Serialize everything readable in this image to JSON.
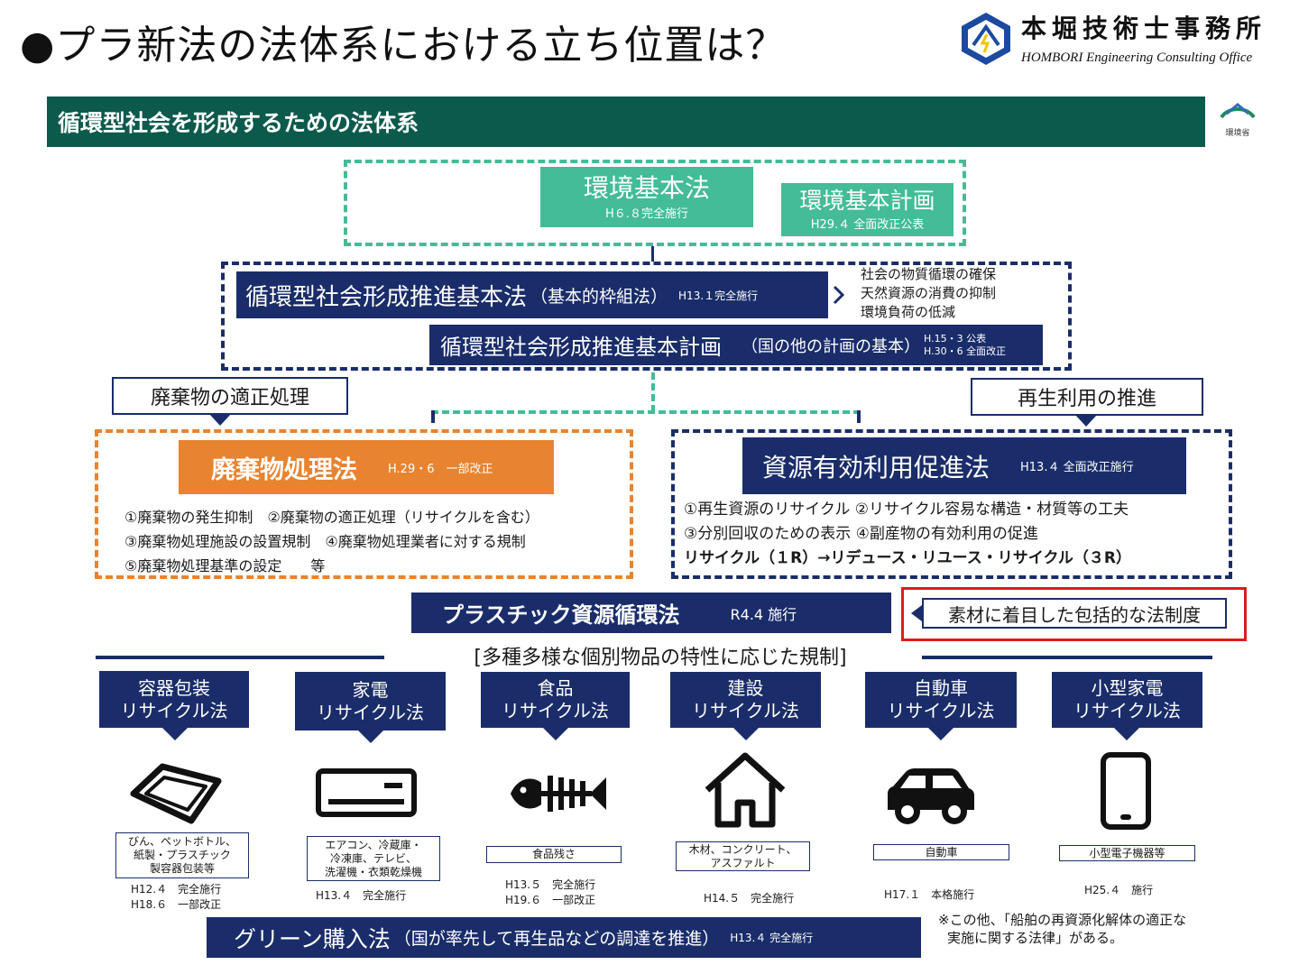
{
  "page": {
    "title": "●プラ新法の法体系における立ち位置は？",
    "logo": {
      "name_jp": "本堀技術士事務所",
      "name_en": "HOMBORI Engineering Consulting Office"
    }
  },
  "banner": {
    "title": "循環型社会を形成するための法体系",
    "ministry": "環境省"
  },
  "top": {
    "kankyo_kihon_ho": {
      "title": "環境基本法",
      "sub": "H６.８完全施行"
    },
    "kankyo_kihon_keikaku": {
      "title": "環境基本計画",
      "sub": "H29.４ 全面改正公表"
    }
  },
  "junkan": {
    "law": {
      "title": "循環型社会形成推進基本法",
      "paren": "（基本的枠組法）",
      "sub": "H13.１完全施行"
    },
    "aims": [
      "社会の物質循環の確保",
      "天然資源の消費の抑制",
      "環境負荷の低減"
    ],
    "plan": {
      "title": "循環型社会形成推進基本計画",
      "paren": "（国の他の計画の基本）",
      "sub1": "H.15・3 公表",
      "sub2": "H.30・6 全面改正"
    }
  },
  "callouts": {
    "waste": "廃棄物の適正処理",
    "recycle": "再生利用の推進"
  },
  "waste_law": {
    "title": "廃棄物処理法",
    "sub": "H.29・6　一部改正",
    "items": [
      "①廃棄物の発生抑制　②廃棄物の適正処理（リサイクルを含む）",
      "③廃棄物処理施設の設置規制　④廃棄物処理業者に対する規制",
      "⑤廃棄物処理基準の設定　　等"
    ]
  },
  "resource_law": {
    "title": "資源有効利用促進法",
    "sub": "H13.４ 全面改正施行",
    "items": [
      "①再生資源のリサイクル ②リサイクル容易な構造・材質等の工夫",
      "③分別回収のための表示 ④副産物の有効利用の促進"
    ],
    "bold_line": "リサイクル（１R）→リデュース・リユース・リサイクル（３R）"
  },
  "plastic_law": {
    "title": "プラスチック資源循環法",
    "sub": "R4.4 施行",
    "note": "素材に着目した包括的な法制度"
  },
  "individual_header": "[多種多様な個別物品の特性に応じた規制]",
  "categories": [
    {
      "line1": "容器包装",
      "line2": "リサイクル法",
      "icon": "tray-icon",
      "label": [
        "びん、ペットボトル、",
        "紙製・プラスチック",
        "製容器包装等"
      ],
      "dates": [
        "H12.４　完全施行",
        "H18.６　一部改正"
      ]
    },
    {
      "line1": "家電",
      "line2": "リサイクル法",
      "icon": "air-conditioner-icon",
      "label": [
        "エアコン、冷蔵庫・",
        "冷凍庫、テレビ、",
        "洗濯機・衣類乾燥機"
      ],
      "dates": [
        "H13.４　完全施行"
      ]
    },
    {
      "line1": "食品",
      "line2": "リサイクル法",
      "icon": "fish-bone-icon",
      "label": [
        "食品残さ"
      ],
      "dates": [
        "H13.５　完全施行",
        "H19.６　一部改正"
      ]
    },
    {
      "line1": "建設",
      "line2": "リサイクル法",
      "icon": "house-icon",
      "label": [
        "木材、コンクリート、",
        "アスファルト"
      ],
      "dates": [
        "H14.５　完全施行"
      ]
    },
    {
      "line1": "自動車",
      "line2": "リサイクル法",
      "icon": "car-icon",
      "label": [
        "自動車"
      ],
      "dates": [
        "H17.１　本格施行"
      ]
    },
    {
      "line1": "小型家電",
      "line2": "リサイクル法",
      "icon": "smartphone-icon",
      "label": [
        "小型電子機器等"
      ],
      "dates": [
        "H25.４　施行"
      ]
    }
  ],
  "green_law": {
    "title": "グリーン購入法",
    "paren": "（国が率先して再生品などの調達を推進）",
    "sub": "H13.４ 完全施行"
  },
  "footnote": [
    "※この他、「船舶の再資源化解体の適正な",
    "実施に関する法律」がある。"
  ],
  "colors": {
    "navy": "#1a2d6a",
    "teal": "#43bc97",
    "orange": "#e8832f",
    "banner": "#0b5a4c",
    "red": "#e01b1b"
  }
}
